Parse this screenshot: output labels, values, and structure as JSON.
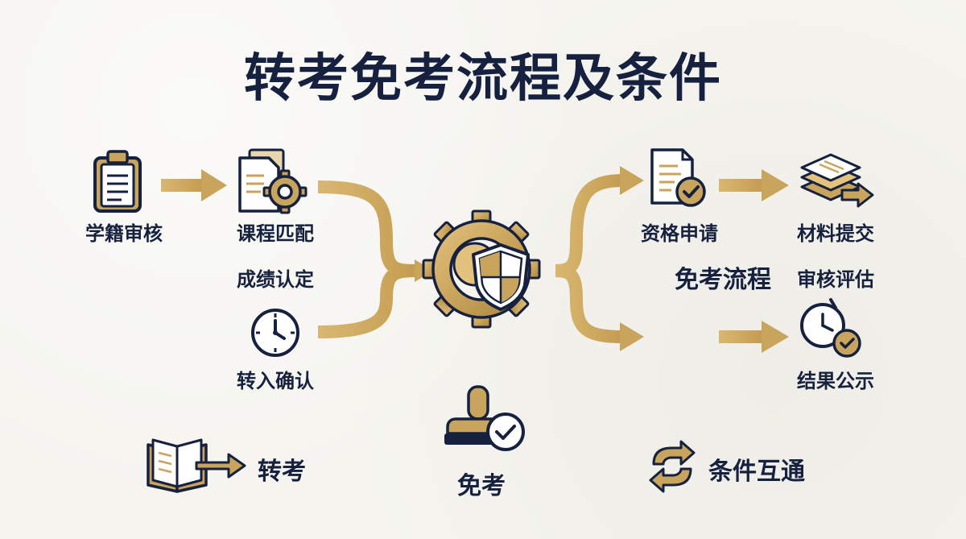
{
  "title": "转考免考流程及条件",
  "nodes": {
    "status_review": "学籍审核",
    "course_match": "课程匹配",
    "grade_recognition": "成绩认定",
    "transfer_confirm": "转入确认",
    "qualification_apply": "资格申请",
    "material_submit": "材料提交",
    "exemption_process": "免考流程",
    "review_assess": "审核评估",
    "result_publish": "结果公示"
  },
  "legend": {
    "transfer": "转考",
    "exemption": "免考",
    "mutual": "条件互通"
  },
  "colors": {
    "navy": "#16213f",
    "gold": "#c9a45c",
    "gold_dark": "#a88238",
    "paper": "#f5f4ef"
  }
}
